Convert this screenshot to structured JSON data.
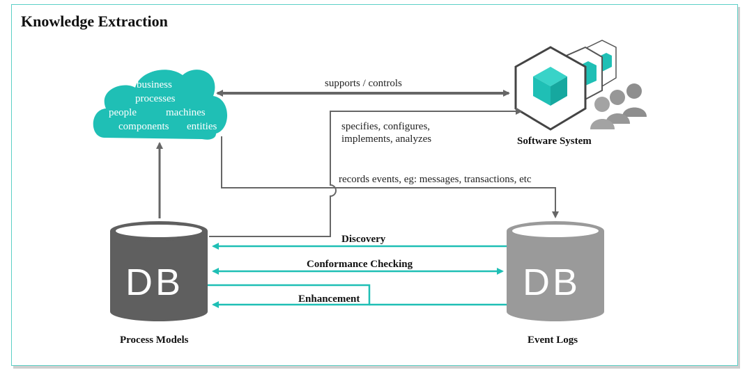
{
  "title": "Knowledge Extraction",
  "cloud": {
    "lines": [
      "business",
      "processes",
      "people",
      "machines",
      "components",
      "entities"
    ]
  },
  "software_system": {
    "label": "Software System"
  },
  "edges": {
    "supports": "supports / controls",
    "specifies_line1": "specifies, configures,",
    "specifies_line2": "implements, analyzes",
    "records": "records events, eg: messages, transactions, etc",
    "discovery": "Discovery",
    "conformance": "Conformance Checking",
    "enhancement": "Enhancement"
  },
  "databases": {
    "process_models": {
      "label": "Process Models",
      "glyph": "DB"
    },
    "event_logs": {
      "label": "Event Logs",
      "glyph": "DB"
    }
  },
  "colors": {
    "teal": "#1fbfb5",
    "dark_gray": "#5f5f5f",
    "light_gray": "#9a9a9a",
    "arrow_gray": "#666666"
  }
}
